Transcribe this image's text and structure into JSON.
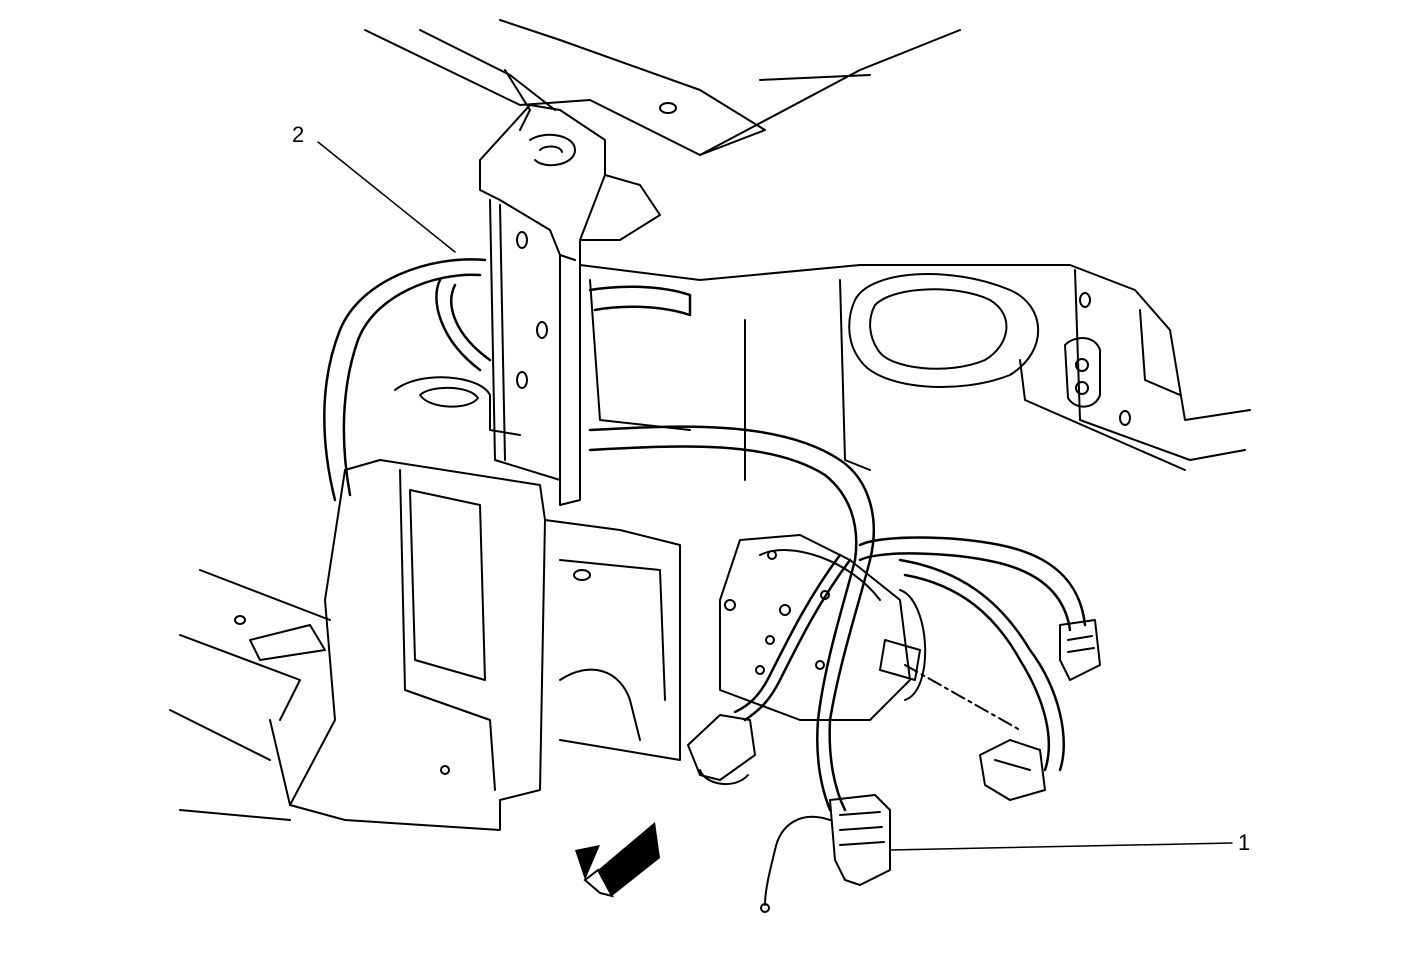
{
  "diagram": {
    "callouts": [
      {
        "id": "1",
        "label": "1",
        "target": "harness-connector"
      },
      {
        "id": "2",
        "label": "2",
        "target": "wiring-harness"
      }
    ],
    "colors": {
      "ink": "#000000",
      "paper": "#ffffff"
    },
    "icons": [
      "forward-direction-arrow-icon"
    ]
  }
}
